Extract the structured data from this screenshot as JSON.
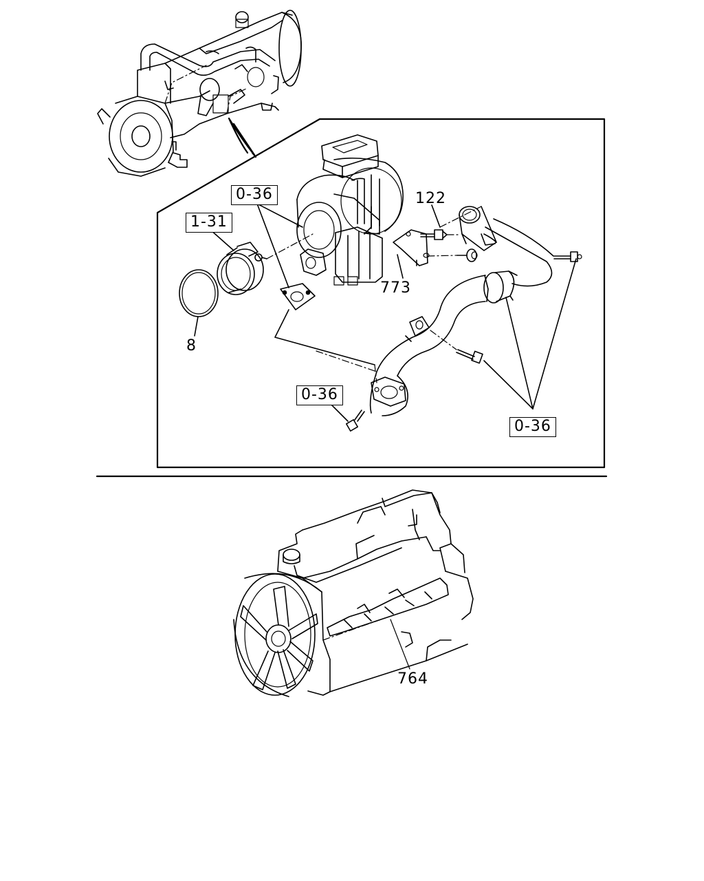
{
  "callouts": {
    "ref_top": "0-36",
    "ref_clamp": "1-31",
    "seal_ring": "8",
    "bolt": "122",
    "bracket": "773",
    "ref_left_bottom": "0-36",
    "ref_right_bottom": "0-36",
    "heat_shield": "764"
  }
}
